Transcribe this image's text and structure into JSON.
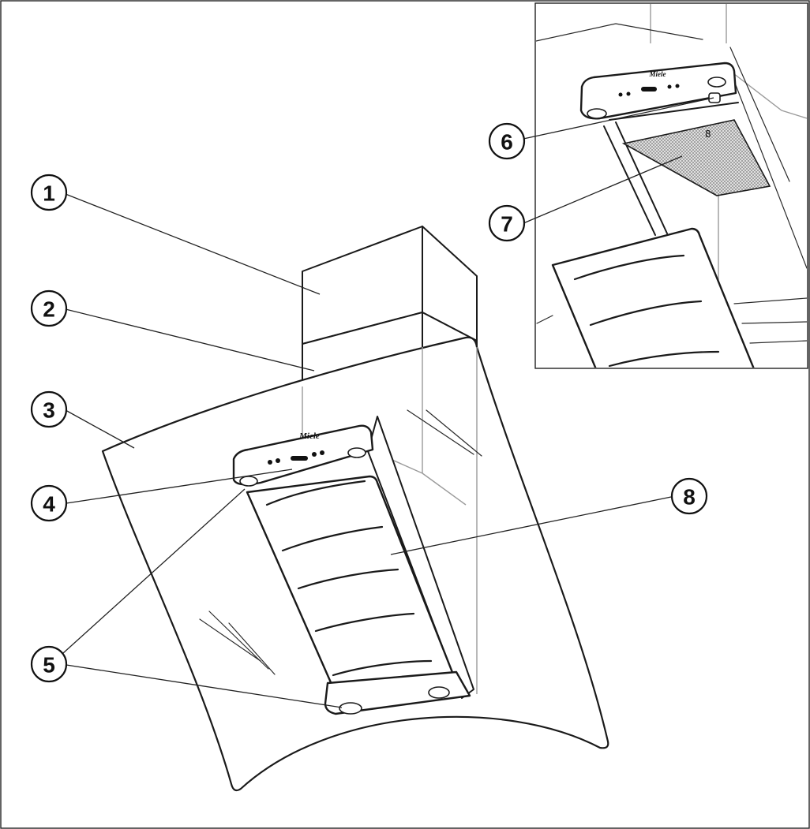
{
  "diagram": {
    "brand_label": "Miele",
    "callouts": [
      {
        "id": "1",
        "label": "1"
      },
      {
        "id": "2",
        "label": "2"
      },
      {
        "id": "3",
        "label": "3"
      },
      {
        "id": "4",
        "label": "4"
      },
      {
        "id": "5",
        "label": "5"
      },
      {
        "id": "6",
        "label": "6"
      },
      {
        "id": "7",
        "label": "7"
      },
      {
        "id": "8",
        "label": "8"
      }
    ]
  }
}
